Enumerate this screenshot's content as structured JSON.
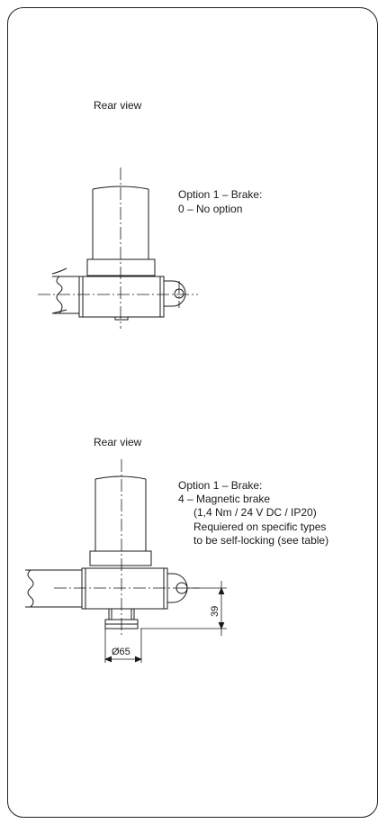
{
  "view1": {
    "title": "Rear view",
    "option_heading": "Option 1 – Brake:",
    "option_value": "0 – No option"
  },
  "view2": {
    "title": "Rear view",
    "option_heading": "Option 1 – Brake:",
    "option_value": "4 – Magnetic brake",
    "spec_line": "(1,4 Nm / 24 V DC / IP20)",
    "note_line1": "Requiered on specific types",
    "note_line2": "to be self-locking (see table)",
    "dim_height": "39",
    "dim_diameter": "Ø65"
  }
}
